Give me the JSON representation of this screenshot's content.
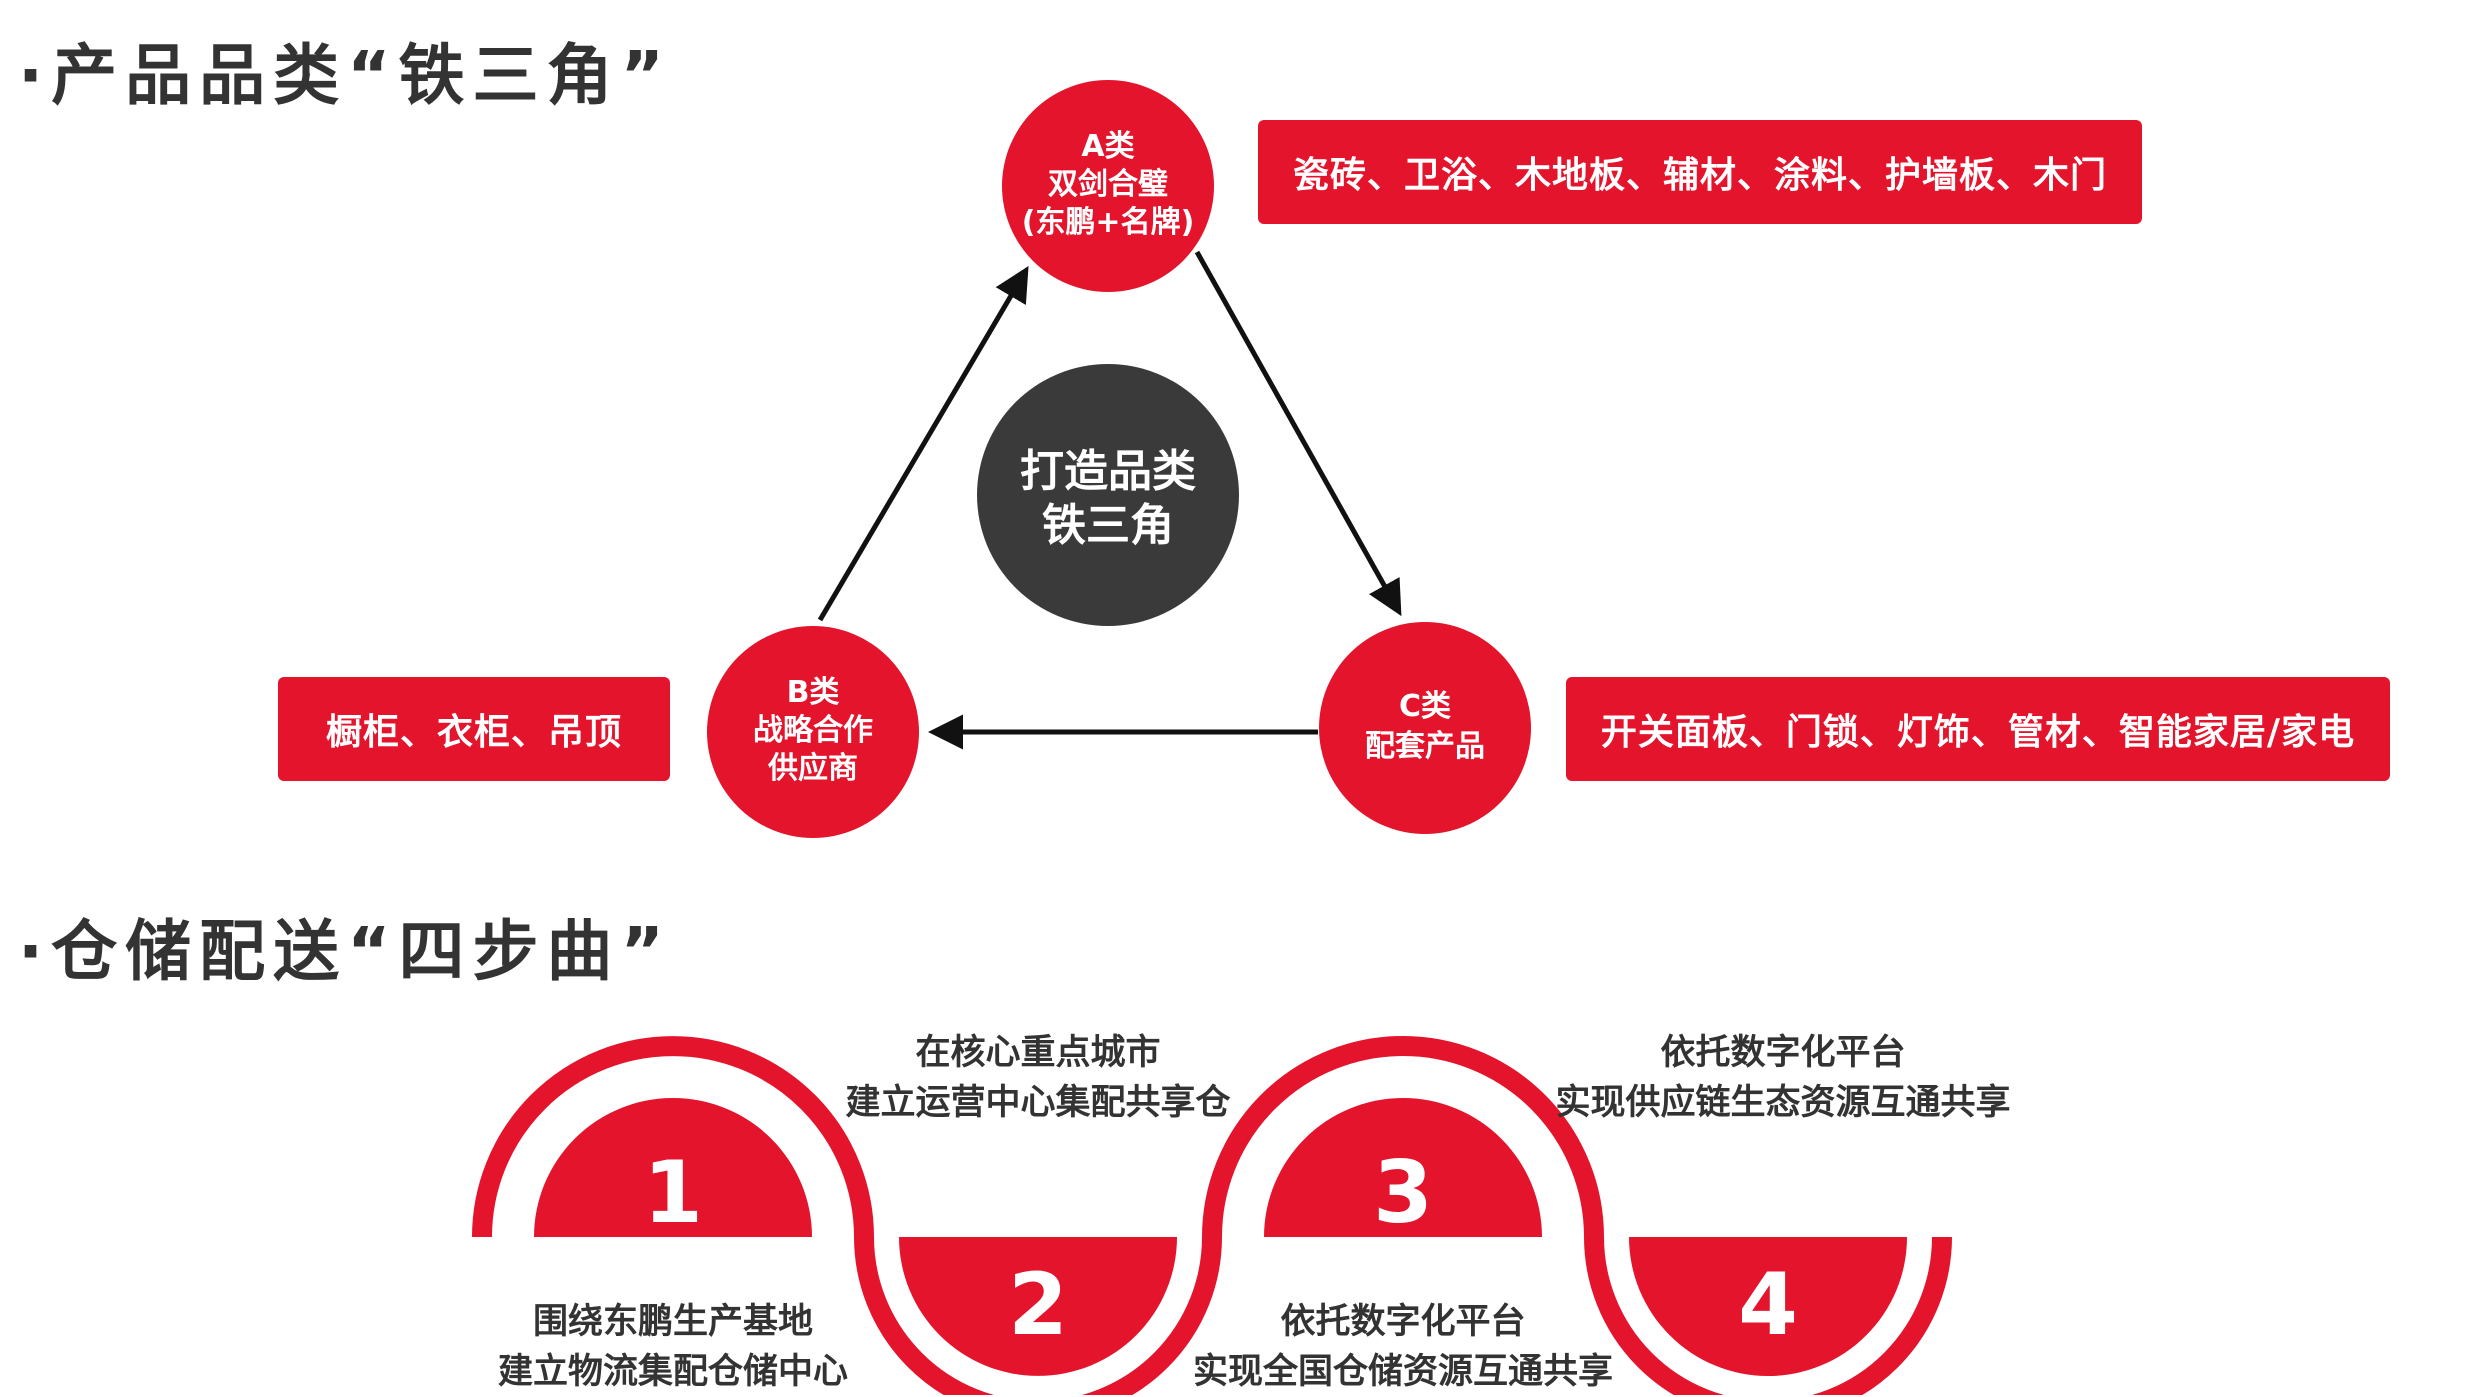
{
  "section1": {
    "title": "·产品品类“铁三角”",
    "center": {
      "line1": "打造品类",
      "line2": "铁三角"
    },
    "nodes": {
      "a": {
        "line1": "A类",
        "line2": "双剑合璧",
        "line3": "(东鹏+名牌)"
      },
      "b": {
        "line1": "B类",
        "line2": "战略合作",
        "line3": "供应商"
      },
      "c": {
        "line1": "C类",
        "line2": "配套产品"
      }
    },
    "boxes": {
      "a": "瓷砖、卫浴、木地板、辅材、涂料、护墙板、木门",
      "b": "橱柜、衣柜、吊顶",
      "c": "开关面板、门锁、灯饰、管材、智能家居/家电"
    }
  },
  "section2": {
    "title": "·仓储配送“四步曲”",
    "steps": [
      {
        "number": "1",
        "line1": "围绕东鹏生产基地",
        "line2": "建立物流集配仓储中心"
      },
      {
        "number": "2",
        "line1": "在核心重点城市",
        "line2": "建立运营中心集配共享仓"
      },
      {
        "number": "3",
        "line1": "依托数字化平台",
        "line2": "实现全国仓储资源互通共享"
      },
      {
        "number": "4",
        "line1": "依托数字化平台",
        "line2": "实现供应链生态资源互通共享"
      }
    ]
  },
  "colors": {
    "accent": "#e3142c",
    "dark": "#3a3a3a",
    "text": "#333333"
  }
}
